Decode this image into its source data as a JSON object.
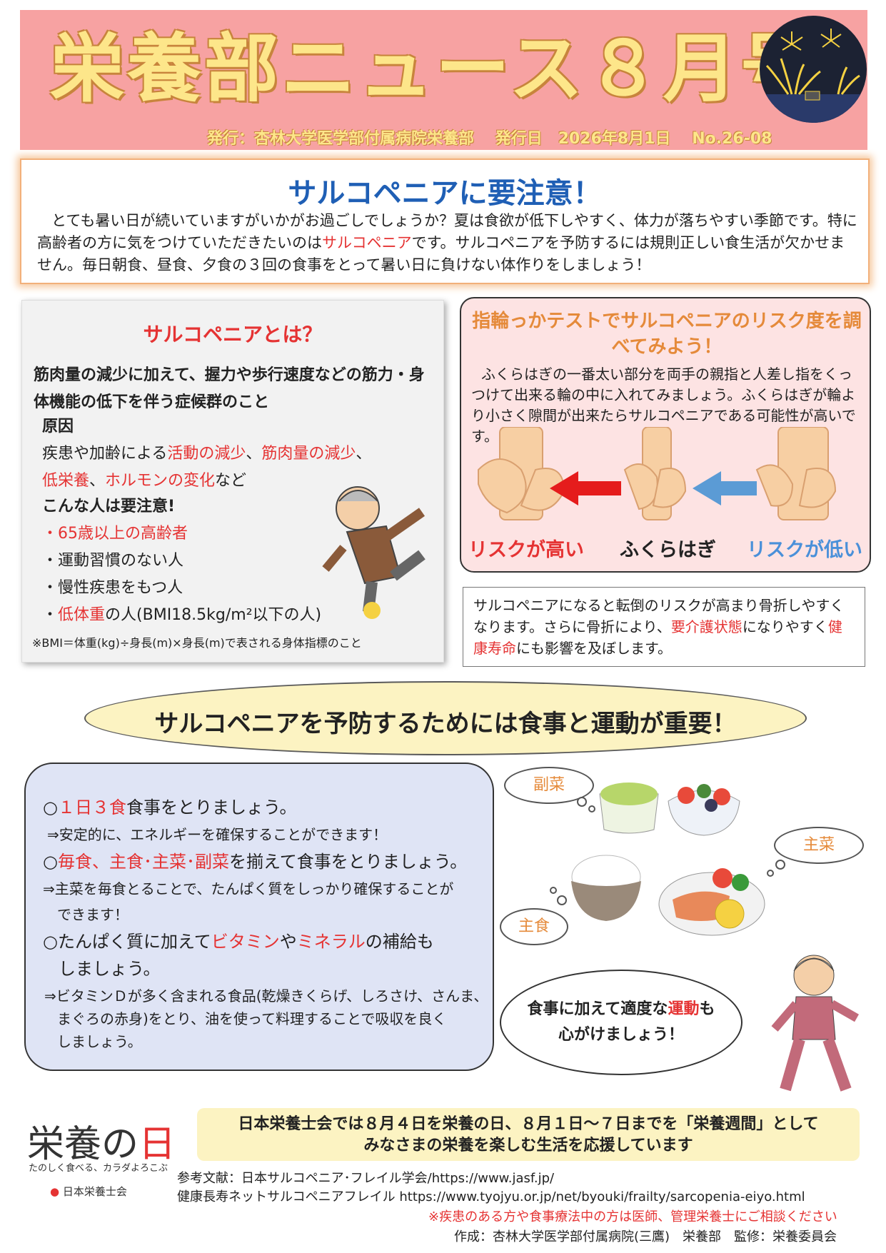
{
  "header": {
    "title": "栄養部ニュース８月号",
    "publisher": "発行：杏林大学医学部付属病院栄養部",
    "issue_date": "発行日　2026年8月1日",
    "issue_no": "No.26-08"
  },
  "intro": {
    "title": "サルコペニアに要注意！",
    "text_before": "とても暑い日が続いていますがいかがお過ごしでしょうか？夏は食欲が低下しやすく、体力が落ちやすい季節です。特に高齢者の方に気をつけていただきたいのは",
    "highlight": "サルコペニア",
    "text_after": "です。サルコペニアを予防するには規則正しい食生活が欠かせません。毎日朝食、昼食、夕食の３回の食事をとって暑い日に負けない体作りをしましょう！"
  },
  "what_is": {
    "title": "サルコペニアとは？",
    "definition": "筋肉量の減少に加えて、握力や歩行速度などの筋力・身体機能の低下を伴う症候群のこと",
    "cause_heading": "原因",
    "cause_pre": "疾患や加齢による",
    "cause_r1": "活動の減少",
    "cause_sep1": "、",
    "cause_r2": "筋肉量の減少",
    "cause_sep2": "、",
    "cause_r3": "低栄養",
    "cause_sep3": "、",
    "cause_r4": "ホルモンの変化",
    "cause_post": "など",
    "warn_heading": "こんな人は要注意!",
    "list": {
      "i1": "・65歳以上の高齢者",
      "i2": "・運動習慣のない人",
      "i3": "・慢性疾患をもつ人",
      "i4_bullet": "・",
      "i4_red": "低体重",
      "i4_rest": "の人(BMI18.5kg/m²以下の人)"
    },
    "note": "※BMI＝体重(kg)÷身長(m)×身長(m)で表される身体指標のこと"
  },
  "ring_test": {
    "title": "指輪っかテストでサルコペニアのリスク度を調べてみよう！",
    "text": "ふくらはぎの一番太い部分を両手の親指と人差し指をくっつけて出来る輪の中に入れてみましょう。ふくらはぎが輪より小さく隙間が出来たらサルコペニアである可能性が高いです。",
    "label_high": "リスクが高い",
    "label_mid": "ふくらはぎ",
    "label_low": "リスクが低い"
  },
  "risk": {
    "t1": "サルコペニアになると転倒のリスクが高まり骨折しやすくなります。さらに骨折により、",
    "r1": "要介護状態",
    "t2": "になりやすく",
    "r2": "健康寿命",
    "t3": "にも影響を及ぼします。"
  },
  "banner": "サルコペニアを予防するためには食事と運動が重要！",
  "tips": {
    "l1_pre": "○",
    "l1_red": "１日３食",
    "l1_post": "食事をとりましょう。",
    "s1": "⇒安定的に、エネルギーを確保することができます！",
    "l2_pre": "○",
    "l2_red": "毎食、主食･主菜･副菜",
    "l2_post": "を揃えて食事をとりましょう。",
    "s2a": "⇒主菜を毎食とることで、たんぱく質をしっかり確保することが",
    "s2b": "できます！",
    "l3_pre": "○たんぱく質に加えて",
    "l3_r1": "ビタミン",
    "l3_mid": "や",
    "l3_r2": "ミネラル",
    "l3_post": "の補給も",
    "l3_line2": "しましょう。",
    "s3a": "⇒ビタミンＤが多く含まれる食品(乾燥きくらげ、しろさけ、さんま、",
    "s3b": "まぐろの赤身)をとり、油を使って料理することで吸収を良く",
    "s3c": "しましょう。"
  },
  "food_labels": {
    "fukusai": "副菜",
    "shusai": "主菜",
    "shushoku": "主食"
  },
  "speech": {
    "pre": "食事に加えて適度な",
    "red": "運動",
    "post": "も",
    "line2": "心がけましょう！"
  },
  "logo": {
    "title_a": "栄養の",
    "title_b": "日",
    "sub": "たのしく食べる、カラダよろこぶ",
    "org": "日本栄養士会"
  },
  "bottom_banner": {
    "line1": "日本栄養士会では８月４日を栄養の日、８月１日～７日までを「栄養週間」として",
    "line2": "みなさまの栄養を楽しむ生活を応援しています"
  },
  "references": {
    "r1": "参考文献：日本サルコペニア･フレイル学会/https://www.jasf.jp/",
    "r2": "健康長寿ネットサルコペニアフレイル https://www.tyojyu.or.jp/net/byouki/frailty/sarcopenia-eiyo.html",
    "caution": "※疾患のある方や食事療法中の方は医師、管理栄養士にご相談ください",
    "author": "作成：杏林大学医学部付属病院(三鷹)　栄養部　監修：栄養委員会"
  },
  "colors": {
    "header_bg": "#f7a2a2",
    "accent_red": "#e53333",
    "title_blue": "#1f5fb5",
    "banner_bg": "#fcf3c2",
    "box_blue": "#dfe4f5",
    "box_pink": "#fde3e3"
  }
}
